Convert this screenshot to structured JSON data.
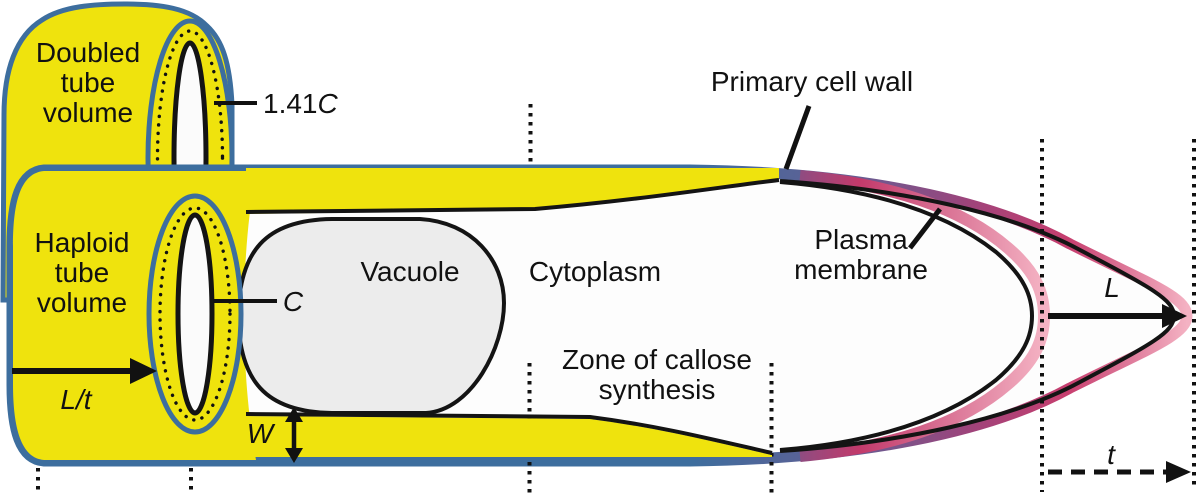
{
  "figure": {
    "title_hint": "Pollen tube callose/volume schematic",
    "labels": {
      "doubled_tube_volume": {
        "line1": "Doubled",
        "line2": "tube",
        "line3": "volume"
      },
      "haploid_tube_volume": {
        "line1": "Haploid",
        "line2": "tube",
        "line3": "volume"
      },
      "callose_doubled": {
        "prefix": "1.41",
        "symbol": "C"
      },
      "callose_symbol": "C",
      "wall_thickness_symbol": "W",
      "growth_rate_symbol": "L/t",
      "length_symbol": "L",
      "time_symbol": "t",
      "vacuole": "Vacuole",
      "cytoplasm": "Cytoplasm",
      "zone_of_callose": {
        "line1": "Zone of callose",
        "line2": "synthesis"
      },
      "primary_cell_wall": "Primary cell wall",
      "plasma_membrane": {
        "line1": "Plasma",
        "line2": "membrane"
      }
    },
    "colors": {
      "callose_yellow": "#efe30d",
      "cell_wall_blue": "#3d6e9e",
      "membrane_crimson": "#c23a6b",
      "membrane_pink": "#f4b2c3",
      "vacuole_gray": "#ececec",
      "lumen_white": "#fdfdfd",
      "outline_black": "#141414"
    }
  }
}
